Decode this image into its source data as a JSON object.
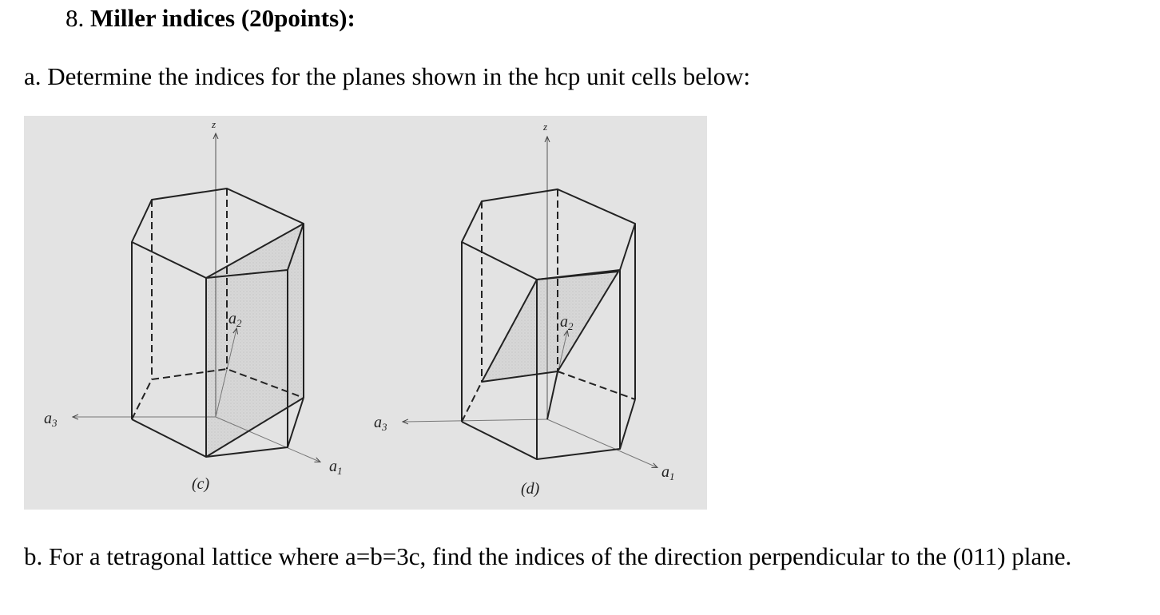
{
  "question": {
    "number": "8.",
    "title": "Miller indices (20points):"
  },
  "part_a": {
    "text": "a. Determine the indices for the planes shown in the hcp unit cells below:"
  },
  "figure": {
    "background": "#e3e3e3",
    "panels": [
      {
        "id": "c",
        "caption": "(c)",
        "axis_labels": {
          "z": "z",
          "a1": "a",
          "a1_sub": "1",
          "a2": "a",
          "a2_sub": "2",
          "a3": "a",
          "a3_sub": "3"
        }
      },
      {
        "id": "d",
        "caption": "(d)",
        "axis_labels": {
          "z": "z",
          "a1": "a",
          "a1_sub": "1",
          "a2": "a",
          "a2_sub": "2",
          "a3": "a",
          "a3_sub": "3"
        }
      }
    ]
  },
  "part_b": {
    "text": "b. For a tetragonal lattice where a=b=3c, find the indices of the direction perpendicular to the (011) plane."
  }
}
